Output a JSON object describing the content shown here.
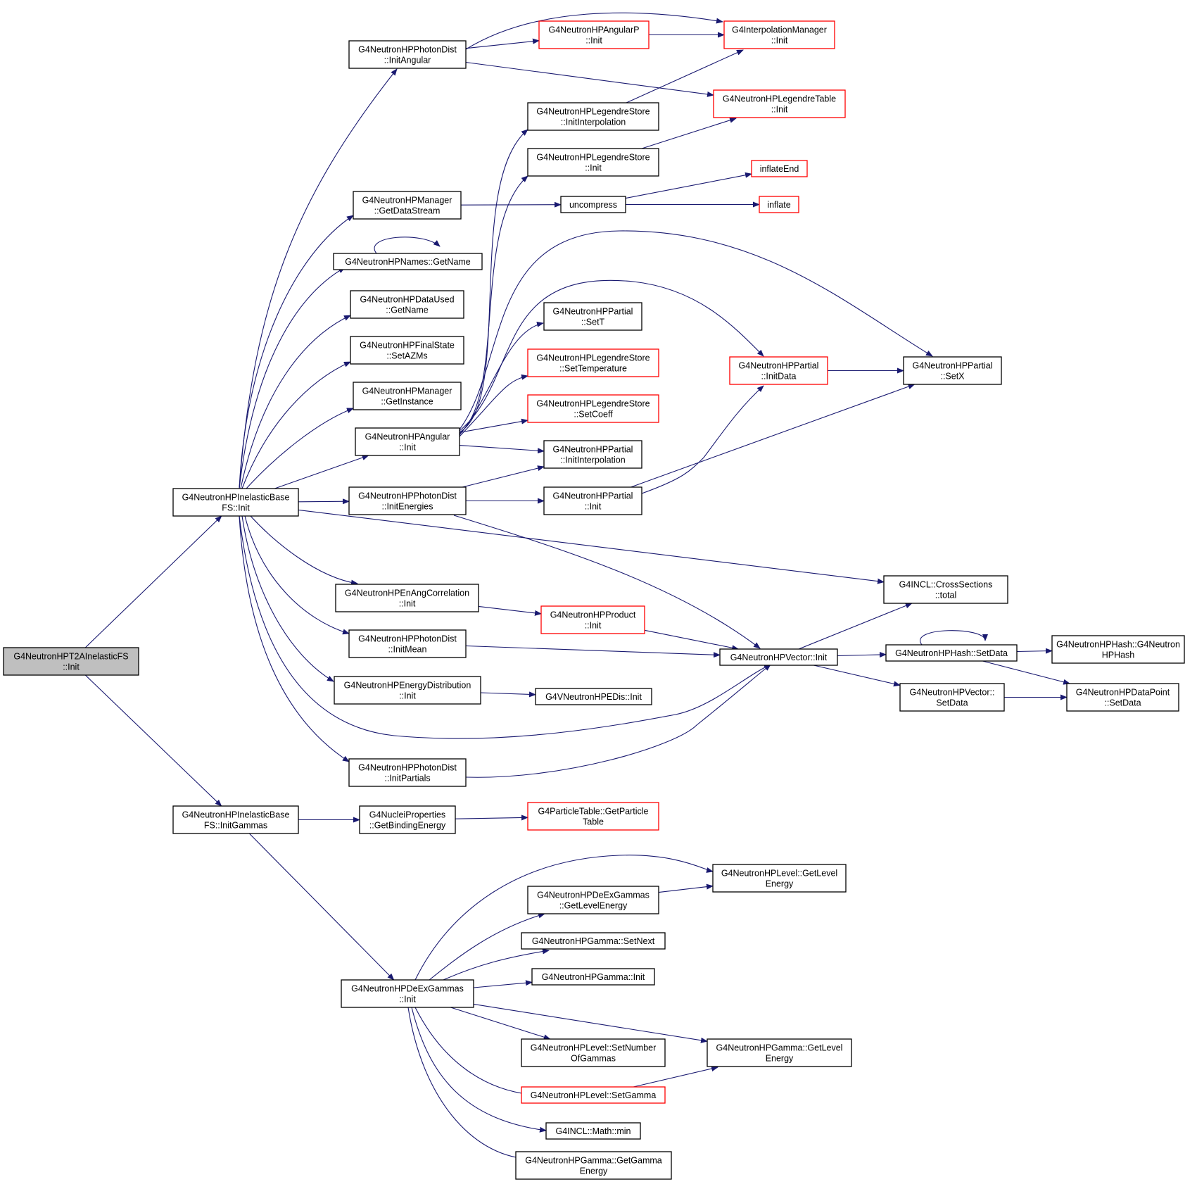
{
  "colors": {
    "edge": "#191970",
    "node_border": "#000000",
    "truncated_border": "#ff0000",
    "root_fill": "#bfbfbf"
  },
  "nodes": {
    "root": {
      "lines": [
        "G4NeutronHPT2AInelasticFS",
        "::Init"
      ]
    },
    "base_init": {
      "lines": [
        "G4NeutronHPInelasticBase",
        "FS::Init"
      ]
    },
    "base_initgammas": {
      "lines": [
        "G4NeutronHPInelasticBase",
        "FS::InitGammas"
      ]
    },
    "pd_initangular": {
      "lines": [
        "G4NeutronHPPhotonDist",
        "::InitAngular"
      ]
    },
    "angp_init": {
      "lines": [
        "G4NeutronHPAngularP",
        "::Init"
      ]
    },
    "interp_init": {
      "lines": [
        "G4InterpolationManager",
        "::Init"
      ]
    },
    "legtable_init": {
      "lines": [
        "G4NeutronHPLegendreTable",
        "::Init"
      ]
    },
    "legstore_initinterp": {
      "lines": [
        "G4NeutronHPLegendreStore",
        "::InitInterpolation"
      ]
    },
    "legstore_init": {
      "lines": [
        "G4NeutronHPLegendreStore",
        "::Init"
      ]
    },
    "inflateend": {
      "lines": [
        "inflateEnd"
      ]
    },
    "inflate": {
      "lines": [
        "inflate"
      ]
    },
    "uncompress": {
      "lines": [
        "uncompress"
      ]
    },
    "mgr_getdatastream": {
      "lines": [
        "G4NeutronHPManager",
        "::GetDataStream"
      ]
    },
    "names_getname": {
      "lines": [
        "G4NeutronHPNames::GetName"
      ]
    },
    "dataused_getname": {
      "lines": [
        "G4NeutronHPDataUsed",
        "::GetName"
      ]
    },
    "finalstate_setazms": {
      "lines": [
        "G4NeutronHPFinalState",
        "::SetAZMs"
      ]
    },
    "mgr_getinstance": {
      "lines": [
        "G4NeutronHPManager",
        "::GetInstance"
      ]
    },
    "angular_init": {
      "lines": [
        "G4NeutronHPAngular",
        "::Init"
      ]
    },
    "partial_sett": {
      "lines": [
        "G4NeutronHPPartial",
        "::SetT"
      ]
    },
    "legstore_settemp": {
      "lines": [
        "G4NeutronHPLegendreStore",
        "::SetTemperature"
      ]
    },
    "legstore_setcoeff": {
      "lines": [
        "G4NeutronHPLegendreStore",
        "::SetCoeff"
      ]
    },
    "partial_initinterp": {
      "lines": [
        "G4NeutronHPPartial",
        "::InitInterpolation"
      ]
    },
    "partial_init": {
      "lines": [
        "G4NeutronHPPartial",
        "::Init"
      ]
    },
    "partial_initdata": {
      "lines": [
        "G4NeutronHPPartial",
        "::InitData"
      ]
    },
    "partial_setx": {
      "lines": [
        "G4NeutronHPPartial",
        "::SetX"
      ]
    },
    "pd_initenergies": {
      "lines": [
        "G4NeutronHPPhotonDist",
        "::InitEnergies"
      ]
    },
    "incl_total": {
      "lines": [
        "G4INCL::CrossSections",
        "::total"
      ]
    },
    "enang_init": {
      "lines": [
        "G4NeutronHPEnAngCorrelation",
        "::Init"
      ]
    },
    "product_init": {
      "lines": [
        "G4NeutronHPProduct",
        "::Init"
      ]
    },
    "pd_initmean": {
      "lines": [
        "G4NeutronHPPhotonDist",
        "::InitMean"
      ]
    },
    "vector_init": {
      "lines": [
        "G4NeutronHPVector::Init"
      ]
    },
    "hash_setdata": {
      "lines": [
        "G4NeutronHPHash::SetData"
      ]
    },
    "hash_ctor": {
      "lines": [
        "G4NeutronHPHash::G4Neutron",
        "HPHash"
      ]
    },
    "vector_setdata": {
      "lines": [
        "G4NeutronHPVector::",
        "SetData"
      ]
    },
    "datapoint_setdata": {
      "lines": [
        "G4NeutronHPDataPoint",
        "::SetData"
      ]
    },
    "energydist_init": {
      "lines": [
        "G4NeutronHPEnergyDistribution",
        "::Init"
      ]
    },
    "vdis_init": {
      "lines": [
        "G4VNeutronHPEDis::Init"
      ]
    },
    "pd_initpartials": {
      "lines": [
        "G4NeutronHPPhotonDist",
        "::InitPartials"
      ]
    },
    "nuclei_getbinding": {
      "lines": [
        "G4NucleiProperties",
        "::GetBindingEnergy"
      ]
    },
    "particletable": {
      "lines": [
        "G4ParticleTable::GetParticle",
        "Table"
      ]
    },
    "dex_init": {
      "lines": [
        "G4NeutronHPDeExGammas",
        "::Init"
      ]
    },
    "level_getlevelenergy": {
      "lines": [
        "G4NeutronHPLevel::GetLevel",
        "Energy"
      ]
    },
    "dex_getlevelenergy": {
      "lines": [
        "G4NeutronHPDeExGammas",
        "::GetLevelEnergy"
      ]
    },
    "gamma_setnext": {
      "lines": [
        "G4NeutronHPGamma::SetNext"
      ]
    },
    "gamma_init": {
      "lines": [
        "G4NeutronHPGamma::Init"
      ]
    },
    "level_setnumber": {
      "lines": [
        "G4NeutronHPLevel::SetNumber",
        "OfGammas"
      ]
    },
    "gamma_getlevelenergy": {
      "lines": [
        "G4NeutronHPGamma::GetLevel",
        "Energy"
      ]
    },
    "level_setgamma": {
      "lines": [
        "G4NeutronHPLevel::SetGamma"
      ]
    },
    "incl_min": {
      "lines": [
        "G4INCL::Math::min"
      ]
    },
    "gamma_getgammaenergy": {
      "lines": [
        "G4NeutronHPGamma::GetGamma",
        "Energy"
      ]
    }
  },
  "edges": [
    [
      "root",
      "base_init"
    ],
    [
      "root",
      "base_initgammas"
    ],
    [
      "base_init",
      "pd_initangular"
    ],
    [
      "base_init",
      "mgr_getdatastream"
    ],
    [
      "base_init",
      "names_getname"
    ],
    [
      "base_init",
      "dataused_getname"
    ],
    [
      "base_init",
      "finalstate_setazms"
    ],
    [
      "base_init",
      "mgr_getinstance"
    ],
    [
      "base_init",
      "angular_init"
    ],
    [
      "base_init",
      "pd_initenergies"
    ],
    [
      "base_init",
      "incl_total"
    ],
    [
      "base_init",
      "enang_init"
    ],
    [
      "base_init",
      "pd_initmean"
    ],
    [
      "base_init",
      "energydist_init"
    ],
    [
      "base_init",
      "vector_init"
    ],
    [
      "base_init",
      "pd_initpartials"
    ],
    [
      "pd_initangular",
      "angp_init"
    ],
    [
      "pd_initangular",
      "interp_init"
    ],
    [
      "pd_initangular",
      "legtable_init"
    ],
    [
      "angp_init",
      "interp_init"
    ],
    [
      "legstore_initinterp",
      "interp_init"
    ],
    [
      "legstore_init",
      "legtable_init"
    ],
    [
      "mgr_getdatastream",
      "uncompress"
    ],
    [
      "uncompress",
      "inflateend"
    ],
    [
      "uncompress",
      "inflate"
    ],
    [
      "names_getname",
      "names_getname"
    ],
    [
      "angular_init",
      "legstore_initinterp"
    ],
    [
      "angular_init",
      "legstore_init"
    ],
    [
      "angular_init",
      "partial_sett"
    ],
    [
      "angular_init",
      "legstore_settemp"
    ],
    [
      "angular_init",
      "legstore_setcoeff"
    ],
    [
      "angular_init",
      "partial_initinterp"
    ],
    [
      "angular_init",
      "partial_initdata"
    ],
    [
      "angular_init",
      "partial_setx"
    ],
    [
      "pd_initenergies",
      "partial_initinterp"
    ],
    [
      "pd_initenergies",
      "partial_init"
    ],
    [
      "pd_initenergies",
      "vector_init"
    ],
    [
      "partial_init",
      "partial_initdata"
    ],
    [
      "partial_init",
      "partial_setx"
    ],
    [
      "partial_initdata",
      "partial_setx"
    ],
    [
      "enang_init",
      "product_init"
    ],
    [
      "product_init",
      "vector_init"
    ],
    [
      "pd_initmean",
      "vector_init"
    ],
    [
      "energydist_init",
      "vdis_init"
    ],
    [
      "pd_initpartials",
      "vector_init"
    ],
    [
      "vector_init",
      "incl_total"
    ],
    [
      "vector_init",
      "hash_setdata"
    ],
    [
      "vector_init",
      "vector_setdata"
    ],
    [
      "hash_setdata",
      "hash_setdata"
    ],
    [
      "hash_setdata",
      "hash_ctor"
    ],
    [
      "hash_setdata",
      "datapoint_setdata"
    ],
    [
      "vector_setdata",
      "datapoint_setdata"
    ],
    [
      "base_initgammas",
      "nuclei_getbinding"
    ],
    [
      "base_initgammas",
      "dex_init"
    ],
    [
      "nuclei_getbinding",
      "particletable"
    ],
    [
      "dex_init",
      "level_getlevelenergy"
    ],
    [
      "dex_init",
      "dex_getlevelenergy"
    ],
    [
      "dex_init",
      "gamma_setnext"
    ],
    [
      "dex_init",
      "gamma_init"
    ],
    [
      "dex_init",
      "gamma_getlevelenergy"
    ],
    [
      "dex_init",
      "level_setnumber"
    ],
    [
      "dex_init",
      "level_setgamma"
    ],
    [
      "dex_init",
      "incl_min"
    ],
    [
      "dex_init",
      "gamma_getgammaenergy"
    ],
    [
      "dex_getlevelenergy",
      "level_getlevelenergy"
    ],
    [
      "level_setgamma",
      "gamma_getlevelenergy"
    ]
  ]
}
